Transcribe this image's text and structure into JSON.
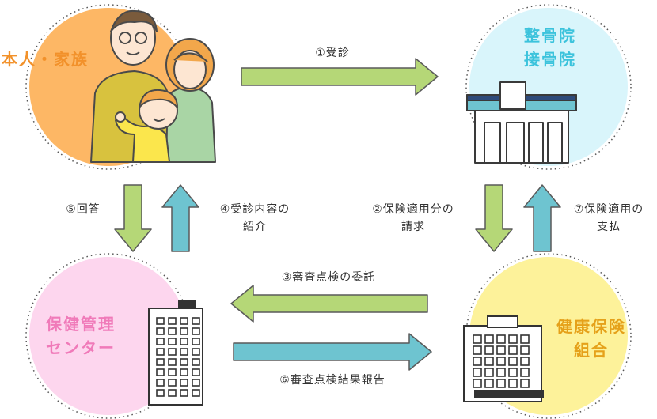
{
  "nodes": {
    "family": {
      "label": "本人・家族",
      "color": "#f2912a",
      "fill": "#fdb765"
    },
    "clinic": {
      "line1": "整骨院",
      "line2": "接骨院",
      "color": "#3cc3dc",
      "fill": "#d9f5fb"
    },
    "center": {
      "line1": "保健管理",
      "line2": "センター",
      "color": "#f07ab9",
      "fill": "#fdd6ee"
    },
    "union": {
      "line1": "健康保険",
      "line2": "組合",
      "color": "#e5a11a",
      "fill": "#fdf29a"
    }
  },
  "steps": {
    "s1": {
      "label": "①受診"
    },
    "s2": {
      "line1": "②保険適用分の",
      "line2": "請求"
    },
    "s3": {
      "label": "③審査点検の委託"
    },
    "s4": {
      "line1": "④受診内容の",
      "line2": "紹介"
    },
    "s5": {
      "label": "⑤回答"
    },
    "s6": {
      "label": "⑥審査点検結果報告"
    },
    "s7": {
      "line1": "⑦保険適用の",
      "line2": "支払"
    }
  },
  "colors": {
    "green_arrow": "#b5d777",
    "blue_arrow": "#6ec4d0",
    "outline": "#5a5a5a"
  }
}
